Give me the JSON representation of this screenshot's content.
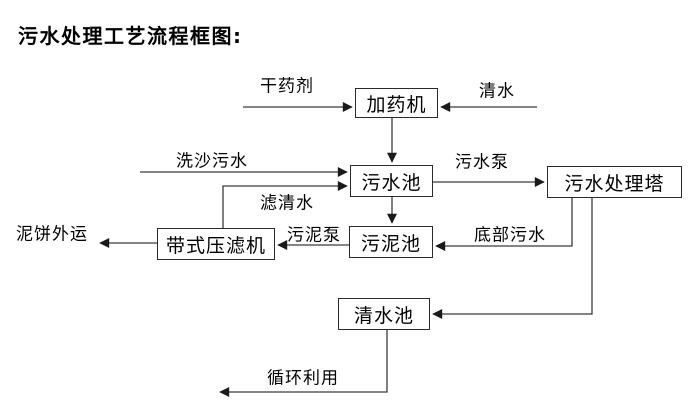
{
  "title": "污水处理工艺流程框图:",
  "colors": {
    "background": "#ffffff",
    "line": "#3a3a3a",
    "box_border": "#2b2b2b",
    "box_fill": "#ffffff",
    "text": "#000000"
  },
  "nodes": {
    "dosing_machine": "加药机",
    "sewage_pool": "污水池",
    "treatment_tower": "污水处理塔",
    "sludge_pool": "污泥池",
    "belt_filter_press": "带式压滤机",
    "clean_water_pool": "清水池"
  },
  "flow_labels": {
    "dry_chemical": "干药剂",
    "clean_water": "清水",
    "sand_washing_sewage": "洗沙污水",
    "filtered_water": "滤清水",
    "sewage_pump": "污水泵",
    "bottom_sewage": "底部污水",
    "sludge_pump": "污泥泵",
    "mud_cake_out": "泥饼外运",
    "recycling": "循环利用"
  }
}
